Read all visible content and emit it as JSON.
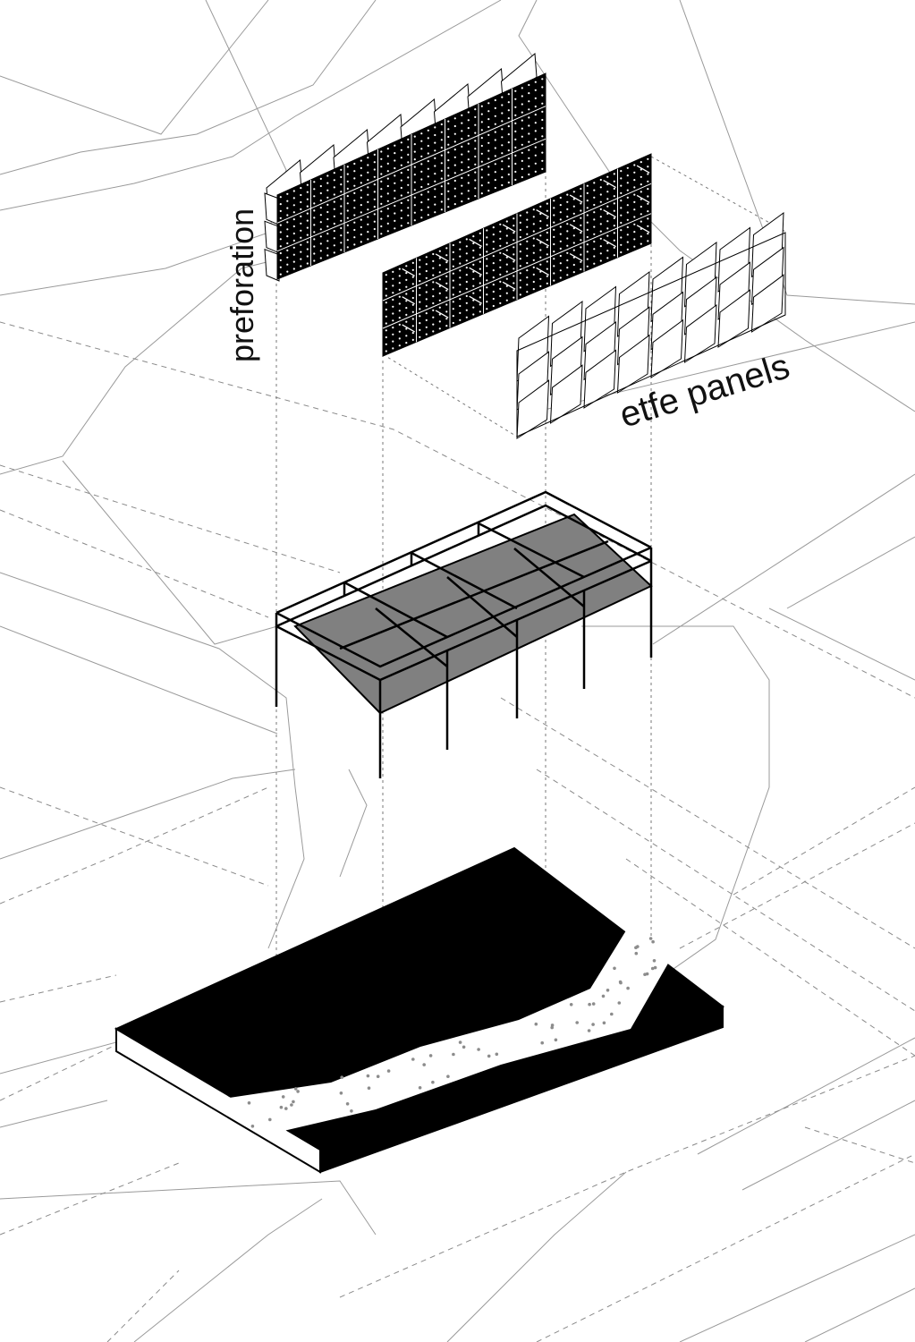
{
  "labels": {
    "perforation": "preforation",
    "etfe": "etfe panels"
  },
  "colors": {
    "background": "#ffffff",
    "ink": "#000000",
    "roof_fill": "#808080",
    "map_line": "#9a9a9a",
    "dots": "#8c8c8c"
  },
  "layers": [
    "perforated-panel-upper",
    "perforated-panel-lower",
    "etfe-panel-grid",
    "canopy-frame",
    "site-slab"
  ]
}
